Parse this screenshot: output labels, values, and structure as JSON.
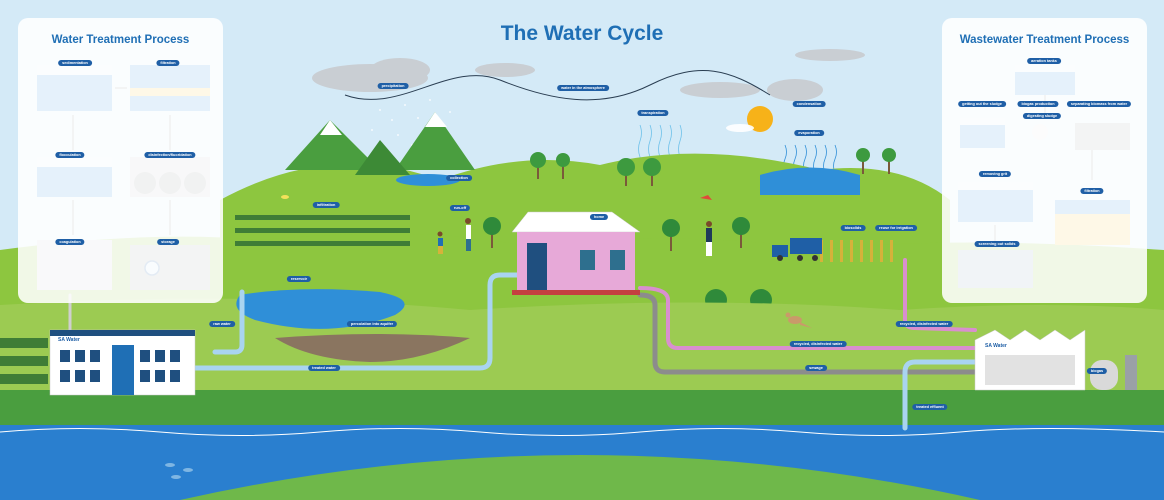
{
  "title": "The Water Cycle",
  "panels": {
    "left_title": "Water Treatment Process",
    "right_title": "Wastewater Treatment Process"
  },
  "brand": "SA Water",
  "colors": {
    "sky": "#cfe7f6",
    "accent_blue": "#1f6fb5",
    "label_bg": "#1f5fa6",
    "grass_light": "#8dc63f",
    "grass_dark": "#4a9e3f",
    "water": "#2f8fd8",
    "pipe_blue": "#a9d4f0",
    "pipe_grey": "#8c8c8c",
    "pipe_pink": "#d98fcf",
    "house": "#e7a9d8",
    "sun": "#f7b219"
  },
  "labels": {
    "sedimentation": "sedimentation",
    "filtration_left": "filtration",
    "flocculation": "flocculation",
    "disinfection": "disinfection/fluoridation",
    "coagulation": "coagulation",
    "storage": "storage",
    "precipitation": "precipitation",
    "water_in_atmosphere": "water in the atmosphere",
    "condensation": "condensation",
    "evaporation": "evaporation",
    "transpiration": "transpiration",
    "collection": "collection",
    "infiltration": "infiltration",
    "run_off": "run-off",
    "home": "home",
    "biosolids": "biosolids",
    "reuse_irrigation": "reuse for irrigation",
    "reservoir": "reservoir",
    "raw_water": "raw water",
    "percolation": "percolation into aquifer",
    "treated_water": "treated water",
    "recycled_1": "recycled, disinfected water",
    "recycled_2": "recycled, disinfected water",
    "sewage": "sewage",
    "treated_effluent": "treated effluent",
    "biogas": "biogas",
    "aeration": "aeration tanks",
    "getting_sludge": "getting out the sludge",
    "biogas_production": "biogas production",
    "separating": "separating biomass from water",
    "digesting": "digesting sludge",
    "removing_grit": "removing grit",
    "filtration_right": "filtration",
    "screening": "screening out solids"
  }
}
